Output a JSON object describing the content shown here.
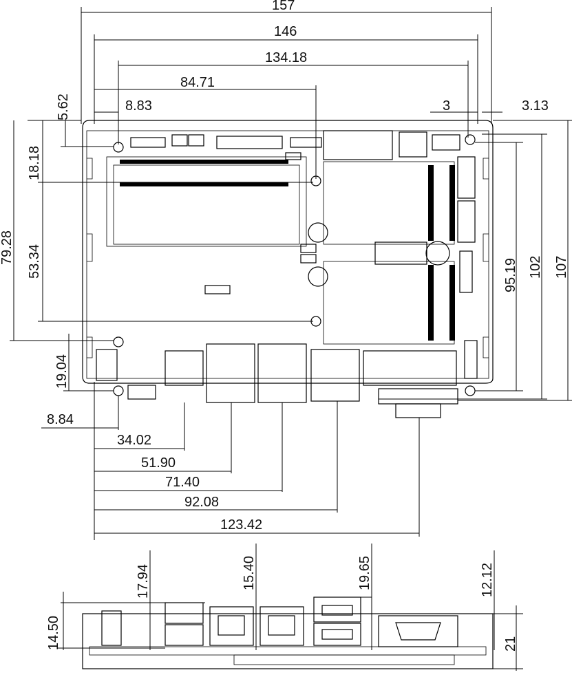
{
  "drawing": {
    "top_view": {
      "horizontal_dims": {
        "overall_width": "157",
        "mount_span": "146",
        "inner_mount_span": "134.18",
        "middle_mount": "84.71",
        "left_offset": "8.83",
        "right_offset": "3",
        "right_edge": "3.13"
      },
      "vertical_dims": {
        "top_hole": "5.62",
        "upper_hole": "18.18",
        "left_span": "79.28",
        "middle_span": "53.34",
        "right_inner": "95.19",
        "right_mid": "102",
        "overall_height": "107",
        "lower_hole": "19.04"
      },
      "connector_dims": {
        "hole_offset": "8.84",
        "vga": "34.02",
        "lan1": "51.90",
        "lan2": "71.40",
        "hdmi": "92.08",
        "com": "123.42"
      }
    },
    "front_view": {
      "usb_height": "17.94",
      "lan_height": "15.40",
      "hdmi_height": "19.65",
      "com_height": "12.12",
      "left_height": "14.50",
      "board_height": "21"
    }
  }
}
